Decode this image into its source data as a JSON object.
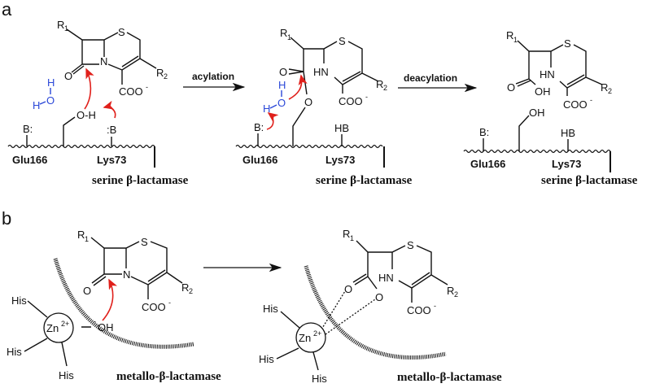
{
  "panels": {
    "a": {
      "label": "a",
      "step1": "acylation",
      "step2": "deacylation",
      "residues": {
        "glu": "Glu166",
        "lys": "Lys73",
        "base": "B:",
        "base2": ":B",
        "hb": "HB"
      },
      "enzyme": "serine β-lactamase",
      "atoms": {
        "r": "R",
        "s": "S",
        "n": "N",
        "hn": "HN",
        "o": "O",
        "oh": "OH",
        "coo": "COO",
        "h": "H",
        "oh_bond": "O-H"
      }
    },
    "b": {
      "label": "b",
      "enzyme": "metallo-β-lactamase",
      "metal": "Zn",
      "charge": "2+",
      "ligand": "His",
      "hydroxide": "OH"
    }
  },
  "colors": {
    "arrow": "#e0201b",
    "water": "#2b48d8"
  }
}
